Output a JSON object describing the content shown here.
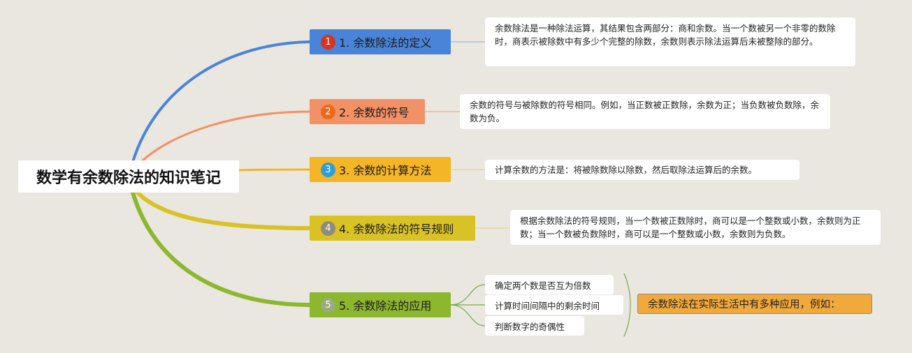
{
  "root": {
    "title": "数学有余数除法的知识笔记"
  },
  "topics": [
    {
      "badge": "1",
      "label": "1. 余数除法的定义",
      "color": "#4a84d8",
      "badge_color": "#d9321f",
      "note": "余数除法是一种除法运算，其结果包含两部分：商和余数。当一个数被另一个非零的数除时，商表示被除数中有多少个完整的除数，余数则表示除法运算后未被整除的部分。"
    },
    {
      "badge": "2",
      "label": "2. 余数的符号",
      "color": "#f29066",
      "badge_color": "#e96a1e",
      "note": "余数的符号与被除数的符号相同。例如，当正数被正数除，余数为正；当负数被负数除，余数为负。"
    },
    {
      "badge": "3",
      "label": "3. 余数的计算方法",
      "color": "#f4b526",
      "badge_color": "#2c9fd8",
      "note": "计算余数的方法是：将被除数除以除数，然后取除法运算后的余数。"
    },
    {
      "badge": "4",
      "label": "4. 余数除法的符号规则",
      "color": "#d9c224",
      "badge_color": "#8c8c80",
      "note": "根据余数除法的符号规则，当一个数被正数除时，商可以是一个整数或小数，余数则为正数；当一个数被负数除时，商可以是一个整数或小数，余数则为负数。"
    },
    {
      "badge": "5",
      "label": "5. 余数除法的应用",
      "color": "#8db72e",
      "badge_color": "#9aab80",
      "subtopics": [
        "确定两个数是否互为倍数",
        "计算时间间隔中的剩余时间",
        "判断数字的奇偶性"
      ],
      "summary": "余数除法在实际生活中有多种应用，例如："
    }
  ],
  "colors": {
    "background": "#e9e7e0",
    "summary_fill": "#f2a93b"
  }
}
